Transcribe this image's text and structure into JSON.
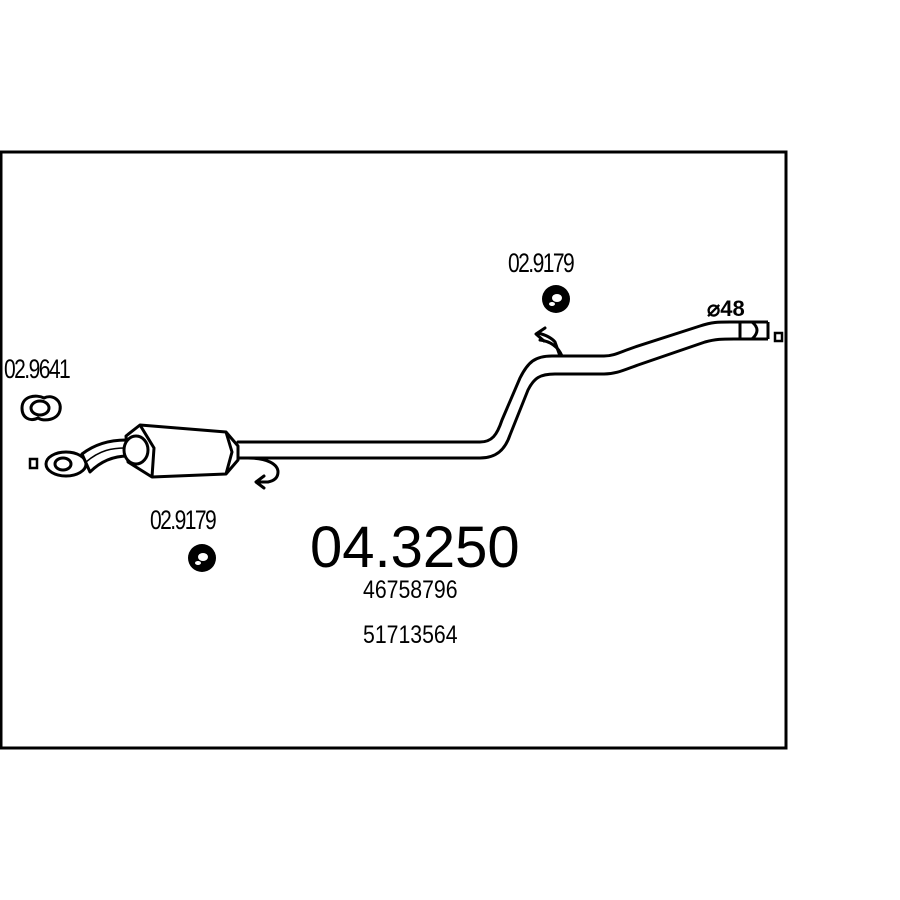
{
  "diagram": {
    "part_number": "04.3250",
    "oe_numbers": [
      "46758796",
      "51713564"
    ],
    "labels": {
      "gasket_code": "02.9641",
      "mount_left_code": "02.9179",
      "mount_right_code": "02.9179",
      "outlet_diameter": "⌀48"
    },
    "colors": {
      "line": "#000000",
      "background": "#ffffff"
    }
  }
}
